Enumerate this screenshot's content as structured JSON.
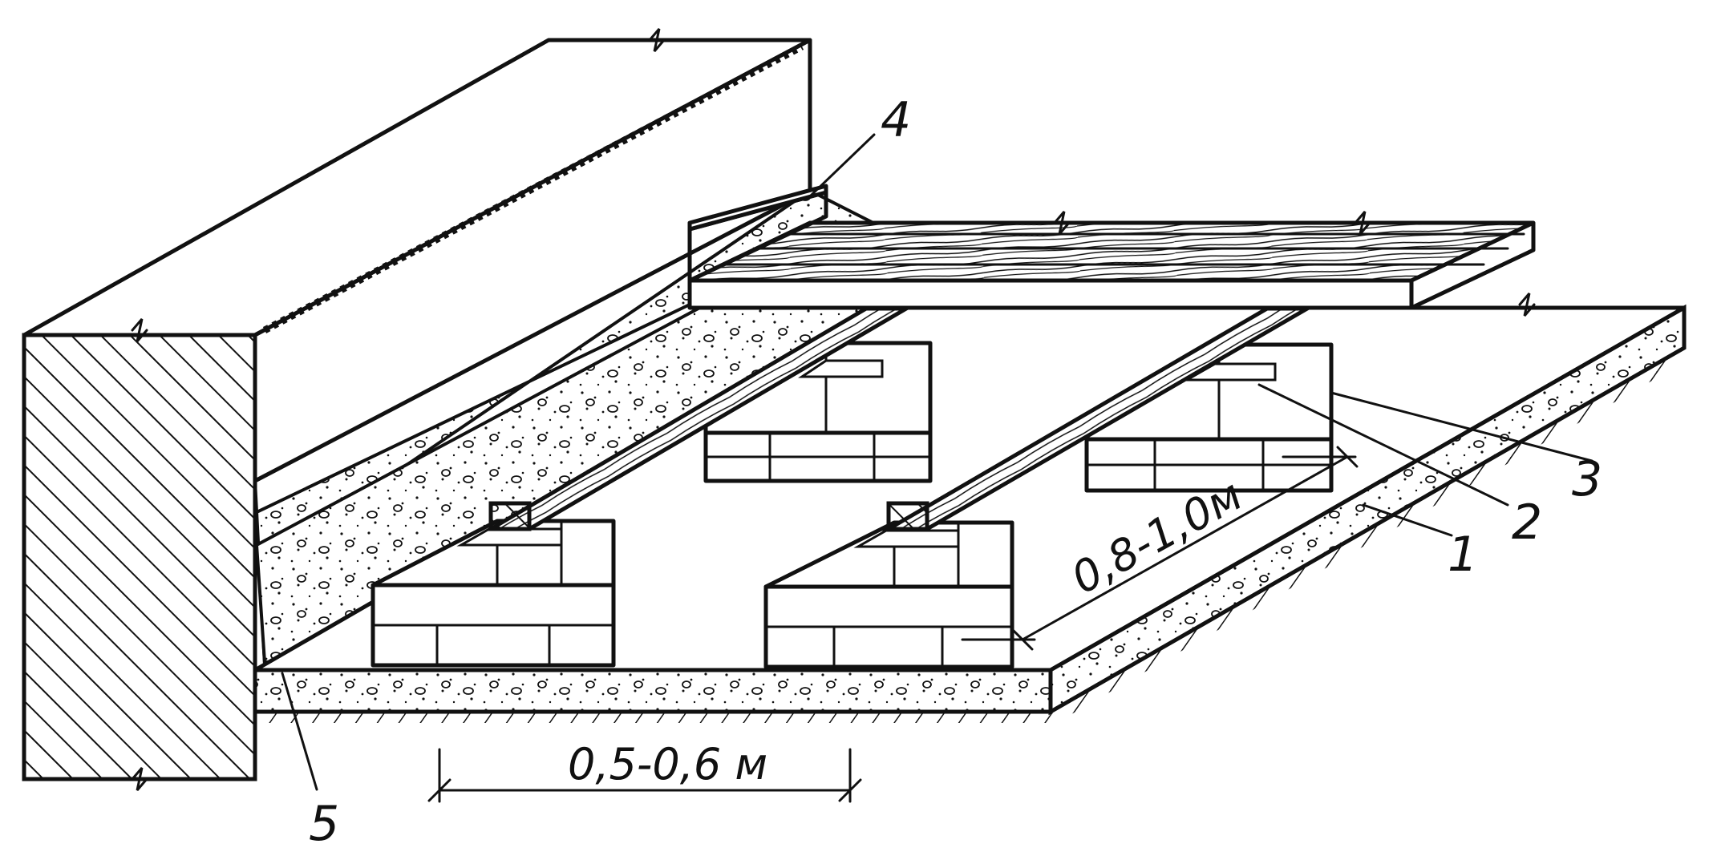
{
  "callouts": {
    "c1": "1",
    "c2": "2",
    "c3": "3",
    "c4": "4",
    "c5": "5"
  },
  "dimensions": {
    "joist_spacing": "0,5-0,6 м",
    "post_spacing": "0,8-1,0м"
  },
  "colors": {
    "ink": "#111111",
    "paper": "#ffffff"
  }
}
